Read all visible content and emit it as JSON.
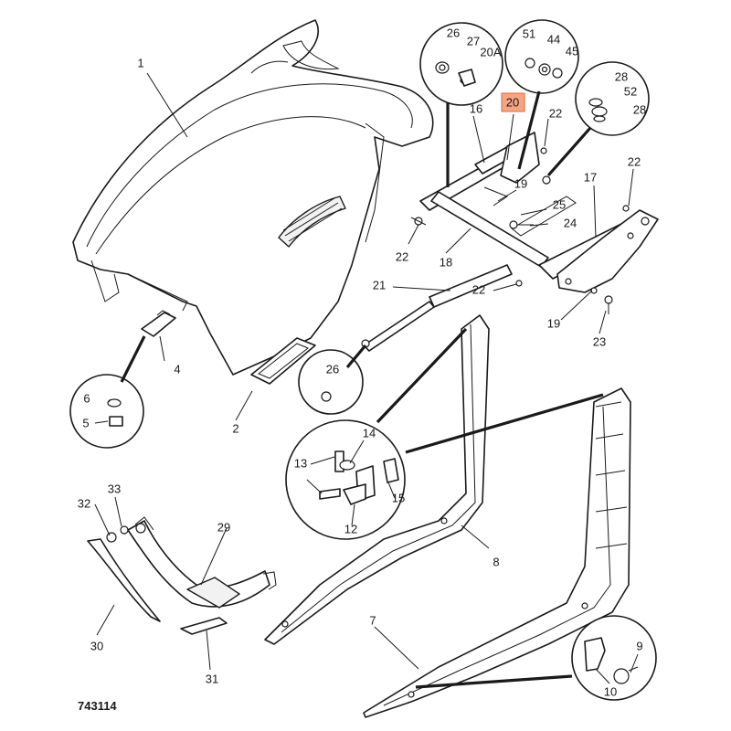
{
  "diagram": {
    "reference": "743114",
    "highlight_color": "#f4a582",
    "highlighted_label": "20",
    "labels": {
      "l1": "1",
      "l2": "2",
      "l4": "4",
      "l5": "5",
      "l6": "6",
      "l7": "7",
      "l8": "8",
      "l9": "9",
      "l10": "10",
      "l12": "12",
      "l13": "13",
      "l14": "14",
      "l15": "15",
      "l16": "16",
      "l17": "17",
      "l18": "18",
      "l19a": "19",
      "l19b": "19",
      "l20": "20",
      "l20a": "20A",
      "l21": "21",
      "l22a": "22",
      "l22b": "22",
      "l22c": "22",
      "l22d": "22",
      "l23": "23",
      "l24": "24",
      "l25": "25",
      "l26a": "26",
      "l26b": "26",
      "l27": "27",
      "l28a": "28",
      "l28b": "28",
      "l29": "29",
      "l30": "30",
      "l31": "31",
      "l32": "32",
      "l33": "33",
      "l44": "44",
      "l45": "45",
      "l51": "51",
      "l52": "52"
    }
  }
}
